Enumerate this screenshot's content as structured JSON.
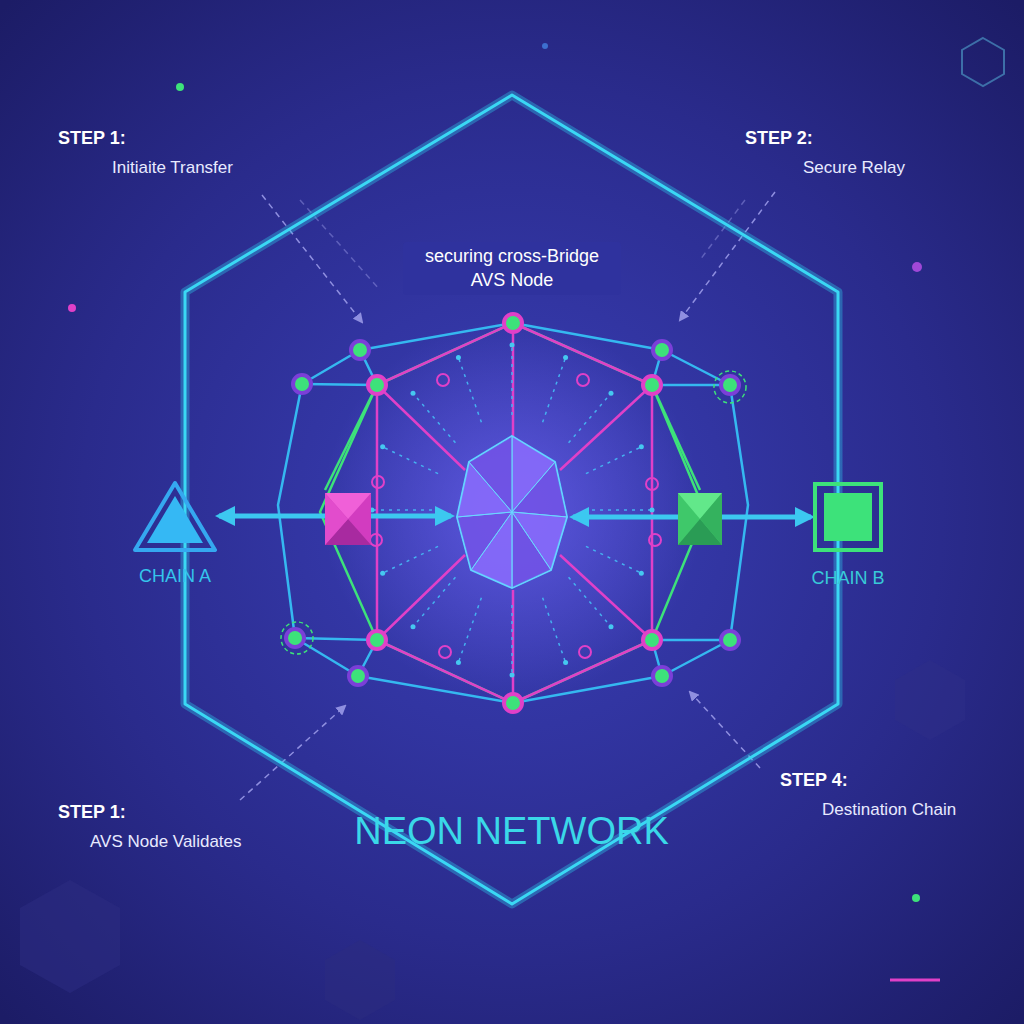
{
  "diagram": {
    "nodes": [
      {
        "text": [
          "NEON NETWORK"
        ]
      },
      {
        "text": [
          "securing cross-Bridge AVS Node"
        ],
        "in": 0
      },
      {
        "text": [
          "CHAIN A"
        ]
      },
      {
        "text": [
          "CHAIN B"
        ]
      }
    ],
    "edges": [
      {
        "from": 2,
        "to": 1,
        "arrow": "both"
      },
      {
        "from": 3,
        "to": 1,
        "arrow": "both"
      }
    ],
    "labels": [
      "STEP 1:",
      "Initiaite Transfer",
      "STEP 2:",
      "Secure Relay",
      "STEP 1:",
      "AVS Node Validates",
      "STEP 4:",
      "Destination Chain"
    ]
  }
}
